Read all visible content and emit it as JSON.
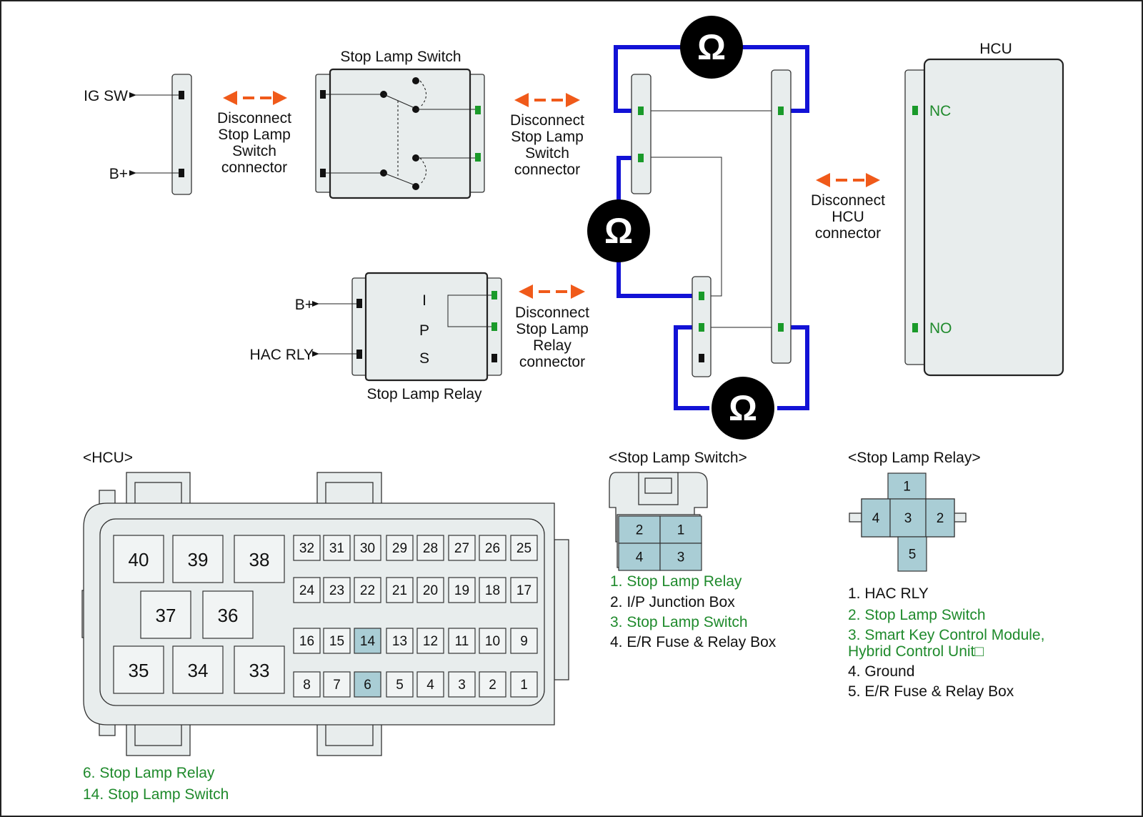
{
  "top": {
    "ig_sw": "IG SW",
    "b_plus": "B+",
    "stop_lamp_switch_title": "Stop Lamp Switch",
    "disconnect_sls_left": [
      "Disconnect",
      "Stop Lamp",
      "Switch",
      "connector"
    ],
    "disconnect_sls_right": [
      "Disconnect",
      "Stop Lamp",
      "Switch",
      "connector"
    ],
    "disconnect_hcu": [
      "Disconnect",
      "HCU",
      "connector"
    ],
    "disconnect_relay": [
      "Disconnect",
      "Stop Lamp",
      "Relay",
      "connector"
    ],
    "hcu_title": "HCU",
    "hcu_nc": "NC",
    "hcu_no": "NO",
    "relay_b_plus": "B+",
    "relay_hac_rly": "HAC RLY",
    "relay_letters": [
      "I",
      "P",
      "S"
    ],
    "relay_title": "Stop Lamp Relay",
    "omega": "Ω"
  },
  "hcu_connector": {
    "title": "<HCU>",
    "big_pins": [
      "40",
      "39",
      "38",
      "37",
      "36",
      "35",
      "34",
      "33"
    ],
    "row1": [
      "32",
      "31",
      "30",
      "29",
      "28",
      "27",
      "26",
      "25"
    ],
    "row2": [
      "24",
      "23",
      "22",
      "21",
      "20",
      "19",
      "18",
      "17"
    ],
    "row3": [
      "16",
      "15",
      "14",
      "13",
      "12",
      "11",
      "10",
      "9"
    ],
    "row4": [
      "8",
      "7",
      "6",
      "5",
      "4",
      "3",
      "2",
      "1"
    ],
    "highlighted": [
      "14",
      "6"
    ],
    "legend": [
      "6. Stop Lamp Relay",
      "14. Stop Lamp Switch"
    ]
  },
  "sls_connector": {
    "title": "<Stop Lamp Switch>",
    "pins": [
      "2",
      "1",
      "4",
      "3"
    ],
    "legend": [
      "1. Stop Lamp Relay",
      "2. I/P Junction Box",
      "3. Stop Lamp Switch",
      "4. E/R Fuse & Relay Box"
    ]
  },
  "relay_connector": {
    "title": "<Stop Lamp Relay>",
    "pins": [
      "1",
      "4",
      "3",
      "2",
      "5"
    ],
    "legend": [
      "1. HAC RLY",
      "2. Stop Lamp Switch",
      "3. Smart Key Control Module,",
      "Hybrid Control Unit□",
      "4. Ground",
      "5. E/R Fuse & Relay Box"
    ]
  },
  "colors": {
    "meter_wire": "#1212d6",
    "arrow": "#f05a1a",
    "green_text": "#1f8a2c",
    "highlight_pin": "#a9cdd5"
  }
}
